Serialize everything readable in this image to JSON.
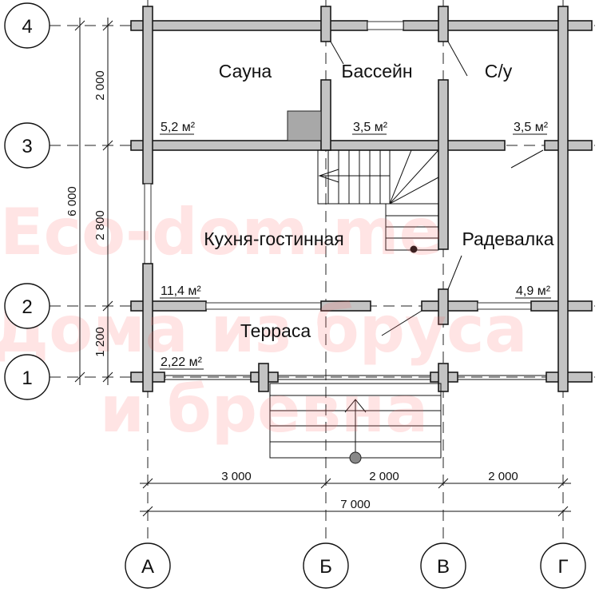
{
  "rooms": {
    "sauna": {
      "label": "Сауна",
      "area": "5,2 м²"
    },
    "pool": {
      "label": "Бассейн",
      "area": "3,5 м²"
    },
    "wc": {
      "label": "С/у",
      "area": "3,5 м²"
    },
    "kitchen": {
      "label": "Кухня-гостинная",
      "area": "11,4 м²"
    },
    "dressing": {
      "label": "Радевалка",
      "area": "4,9 м²"
    },
    "terrace": {
      "label": "Терраса",
      "area": "2,22 м²"
    }
  },
  "axes": {
    "rows": [
      "4",
      "3",
      "2",
      "1"
    ],
    "cols": [
      "А",
      "Б",
      "В",
      "Г"
    ]
  },
  "dimensions": {
    "vertical_total": "6 000",
    "vertical": [
      "2 000",
      "2 800",
      "1 200"
    ],
    "horizontal": [
      "3 000",
      "2 000",
      "2 000"
    ],
    "horizontal_total": "7 000"
  },
  "watermark": [
    "Eco-dom.me",
    "Дома из бруса",
    "и бревна"
  ],
  "colors": {
    "wall": "#c3c3c3",
    "watermark": "#ff6b6b"
  }
}
